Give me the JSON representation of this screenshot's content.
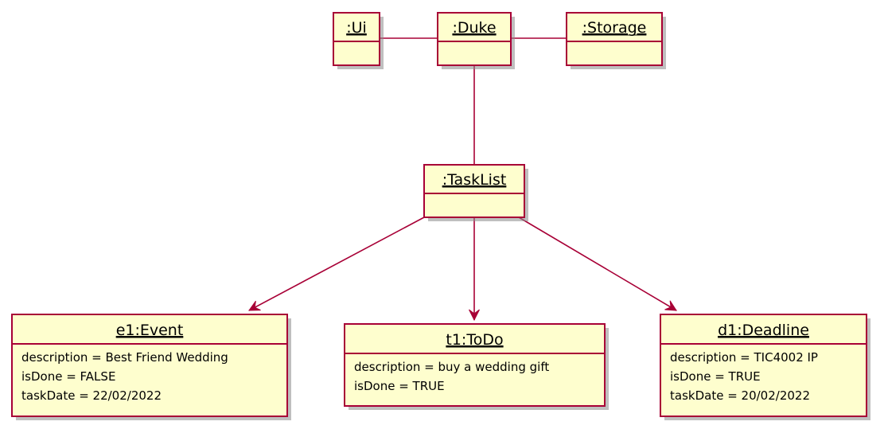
{
  "colors": {
    "fill": "#FEFECE",
    "border": "#A80036",
    "text": "#000000"
  },
  "objects": {
    "ui": {
      "title": ":Ui",
      "attributes": []
    },
    "duke": {
      "title": ":Duke",
      "attributes": []
    },
    "storage": {
      "title": ":Storage",
      "attributes": []
    },
    "tasklist": {
      "title": ":TaskList",
      "attributes": []
    },
    "event": {
      "title": "e1:Event",
      "attributes": [
        "description = Best Friend Wedding",
        "isDone = FALSE",
        "taskDate = 22/02/2022"
      ]
    },
    "todo": {
      "title": "t1:ToDo",
      "attributes": [
        "description = buy a wedding gift",
        "isDone = TRUE"
      ]
    },
    "deadline": {
      "title": "d1:Deadline",
      "attributes": [
        "description = TIC4002 IP",
        "isDone = TRUE",
        "taskDate = 20/02/2022"
      ]
    }
  },
  "links": [
    {
      "from": "ui",
      "to": "duke",
      "kind": "association"
    },
    {
      "from": "duke",
      "to": "storage",
      "kind": "association"
    },
    {
      "from": "duke",
      "to": "tasklist",
      "kind": "association"
    },
    {
      "from": "tasklist",
      "to": "event",
      "kind": "directed"
    },
    {
      "from": "tasklist",
      "to": "todo",
      "kind": "directed"
    },
    {
      "from": "tasklist",
      "to": "deadline",
      "kind": "directed"
    }
  ]
}
